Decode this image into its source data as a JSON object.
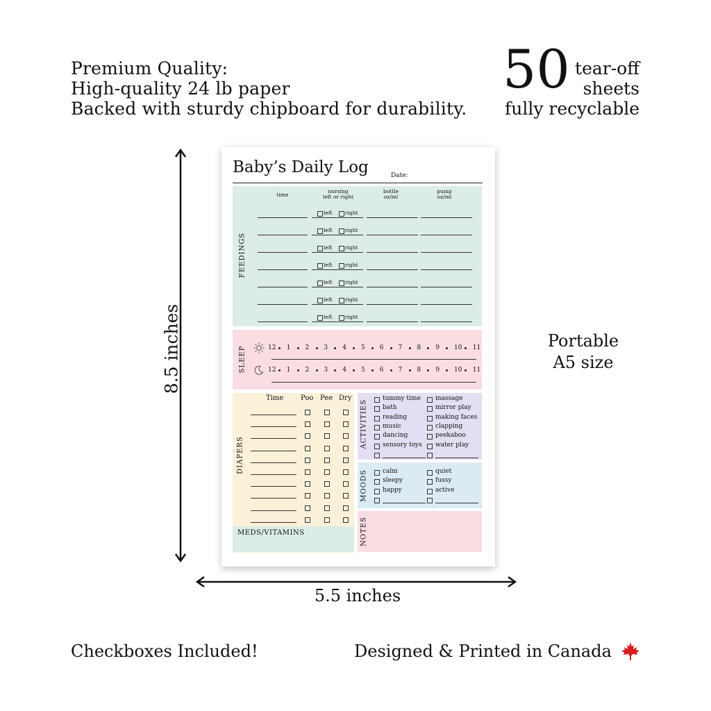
{
  "intro": {
    "line1": "Premium Quality:",
    "line2": "High-quality 24 lb paper",
    "line3": "Backed with sturdy chipboard for durability."
  },
  "count": {
    "number": "50",
    "line1": "tear-off",
    "line2": "sheets",
    "line3": "fully recyclable"
  },
  "portable": {
    "line1": "Portable",
    "line2": "A5 size"
  },
  "dimensions": {
    "height": "8.5 inches",
    "width": "5.5 inches"
  },
  "footer": {
    "left": "Checkboxes Included!",
    "right": "Designed & Printed in Canada"
  },
  "log": {
    "title": "Baby’s Daily Log",
    "date_label": "Date:",
    "feedings": {
      "label": "FEEDINGS",
      "col_time": "time",
      "col_nursing_1": "nursing",
      "col_nursing_2": "left or right",
      "col_bottle_1": "bottle",
      "col_bottle_2": "oz/ml",
      "col_pump_1": "pump",
      "col_pump_2": "oz/ml",
      "left": "left",
      "right": "right"
    },
    "sleep": {
      "label": "SLEEP",
      "hours": [
        "12",
        "1",
        "2",
        "3",
        "4",
        "5",
        "6",
        "7",
        "8",
        "9",
        "10",
        "11"
      ]
    },
    "diapers": {
      "label": "DIAPERS",
      "col_time": "Time",
      "col_poo": "Poo",
      "col_pee": "Pee",
      "col_dry": "Dry"
    },
    "meds_label": "MEDS/VITAMINS",
    "activities": {
      "label": "ACTIVITIES",
      "left": [
        "tummy time",
        "bath",
        "reading",
        "music",
        "dancing",
        "sensory toys"
      ],
      "right": [
        "massage",
        "mirror play",
        "making faces",
        "clapping",
        "peekaboo",
        "water play"
      ]
    },
    "moods": {
      "label": "MOODS",
      "left": [
        "calm",
        "sleepy",
        "happy"
      ],
      "right": [
        "quiet",
        "fussy",
        "active"
      ]
    },
    "notes_label": "NOTES"
  },
  "colors": {
    "green": "#dcece6",
    "pink": "#f9dde3",
    "cream": "#fbf1d9",
    "lavender": "#e4def2",
    "blue": "#dcebf3",
    "maple": "#d81e1e"
  }
}
